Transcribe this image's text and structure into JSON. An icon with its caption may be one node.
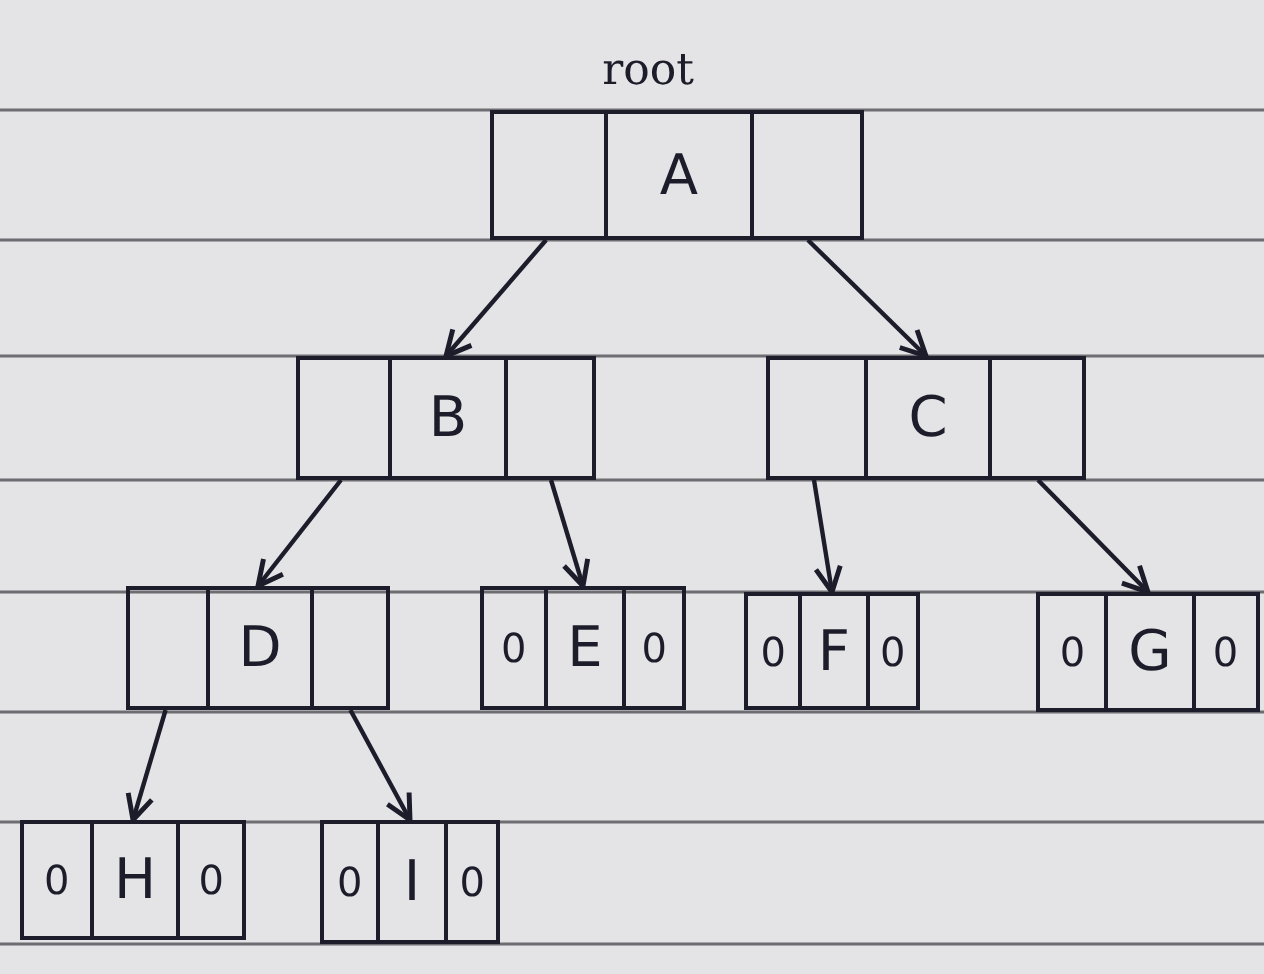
{
  "diagram": {
    "nodes": [
      {
        "text": [
          "A"
        ],
        "beside": [
          "root"
        ]
      },
      {
        "text": [
          "B"
        ]
      },
      {
        "text": [
          "C"
        ]
      },
      {
        "text": [
          "D"
        ]
      },
      {
        "text": [
          "0",
          "E",
          "0"
        ]
      },
      {
        "text": [
          "0",
          "F",
          "0"
        ]
      },
      {
        "text": [
          "0",
          "G",
          "0"
        ]
      },
      {
        "text": [
          "0",
          "H",
          "0"
        ]
      },
      {
        "text": [
          "0",
          "I",
          "0"
        ]
      }
    ],
    "edges": [
      {
        "from": 0,
        "to": 1,
        "arrow": "to"
      },
      {
        "from": 0,
        "to": 2,
        "arrow": "to"
      },
      {
        "from": 1,
        "to": 3,
        "arrow": "to"
      },
      {
        "from": 1,
        "to": 4,
        "arrow": "to"
      },
      {
        "from": 2,
        "to": 5,
        "arrow": "to"
      },
      {
        "from": 2,
        "to": 6,
        "arrow": "to"
      },
      {
        "from": 3,
        "to": 7,
        "arrow": "to"
      },
      {
        "from": 3,
        "to": 8,
        "arrow": "to"
      }
    ]
  }
}
